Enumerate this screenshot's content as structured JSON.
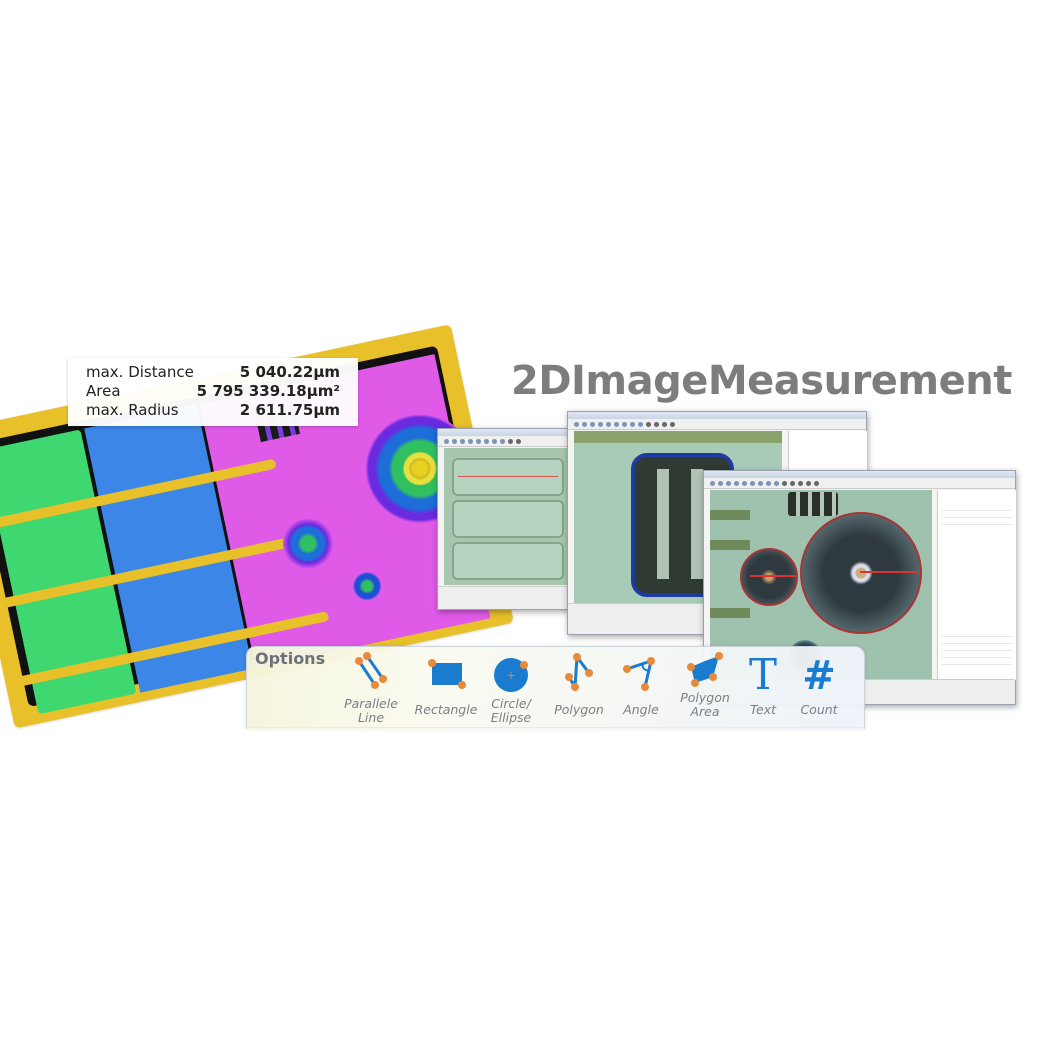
{
  "banner": {
    "title": "2DImageMeasurement"
  },
  "measurement_results": {
    "rows": [
      {
        "label": "max. Distance",
        "value": "5 040.22µm"
      },
      {
        "label": "Area",
        "value": "5 795 339.18µm²"
      },
      {
        "label": "max. Radius",
        "value": "2 611.75µm"
      }
    ]
  },
  "options_panel": {
    "title": "Options",
    "tools": [
      {
        "id": "parallel-line",
        "label_line1": "Parallele",
        "label_line2": "Line",
        "icon": "parallel-line-icon"
      },
      {
        "id": "rectangle",
        "label_line1": "Rectangle",
        "label_line2": "",
        "icon": "rectangle-icon"
      },
      {
        "id": "circle-ellipse",
        "label_line1": "Circle/",
        "label_line2": "Ellipse",
        "icon": "circle-ellipse-icon"
      },
      {
        "id": "polygon",
        "label_line1": "Polygon",
        "label_line2": "",
        "icon": "polygon-icon"
      },
      {
        "id": "angle",
        "label_line1": "Angle",
        "label_line2": "",
        "icon": "angle-icon"
      },
      {
        "id": "polygon-area",
        "label_line1": "Polygon",
        "label_line2": "Area",
        "icon": "polygon-area-icon"
      },
      {
        "id": "text",
        "label_line1": "Text",
        "label_line2": "",
        "icon": "text-icon"
      },
      {
        "id": "count",
        "label_line1": "Count",
        "label_line2": "",
        "icon": "count-icon"
      }
    ]
  },
  "colors": {
    "title_gray": "#7d7d7d",
    "tool_blue": "#1a7ccf",
    "handle_orange": "#e98a3a",
    "measure_red": "#d33333",
    "contour_blue": "#1f3aa0",
    "sample_gold": "#e8c02a",
    "sample_green": "#3fd870",
    "sample_blue": "#3b86e6",
    "sample_magenta": "#e05ae8"
  }
}
